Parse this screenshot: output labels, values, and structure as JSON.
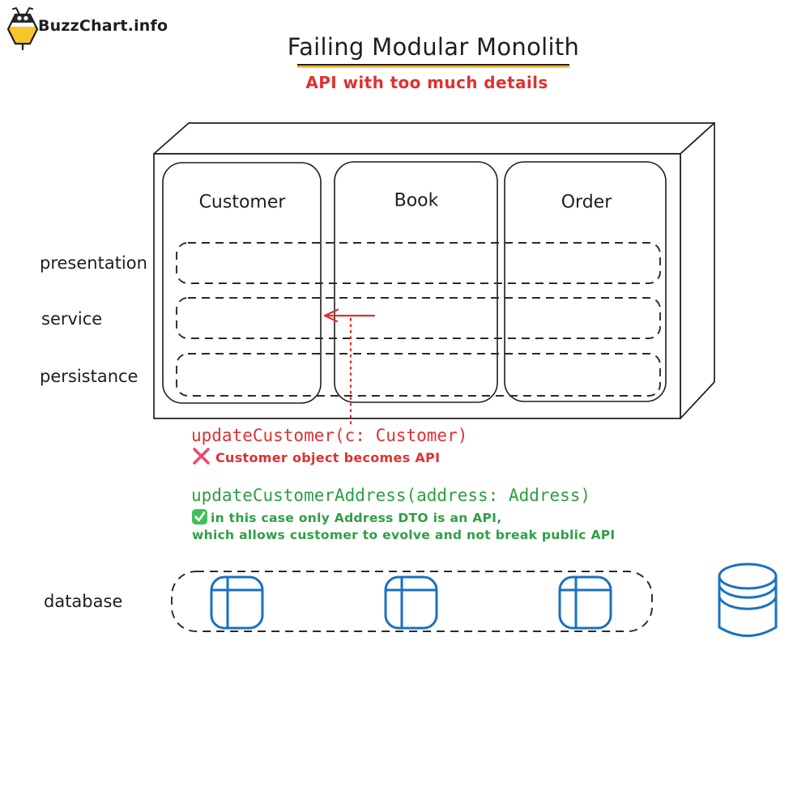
{
  "brand": {
    "name": "BuzzChart.info"
  },
  "header": {
    "title": "Failing Modular Monolith",
    "subtitle": "API with too much details"
  },
  "monolith": {
    "modules": [
      {
        "label": "Customer"
      },
      {
        "label": "Book"
      },
      {
        "label": "Order"
      }
    ],
    "layers": [
      {
        "label": "presentation"
      },
      {
        "label": "service"
      },
      {
        "label": "persistance"
      }
    ]
  },
  "annotations": {
    "bad": {
      "code": "updateCustomer(c: Customer)",
      "note": "Customer object becomes API",
      "icon": "x-mark-icon"
    },
    "good": {
      "code": "updateCustomerAddress(address: Address)",
      "note_line1": "in this case only Address DTO is an API,",
      "note_line2": "which allows customer to evolve and not break public API",
      "icon": "check-icon"
    }
  },
  "database": {
    "label": "database",
    "table_icon_count": 3
  },
  "colors": {
    "ink": "#1e1e1e",
    "red": "#e03131",
    "pink_x": "#ed4a6e",
    "green": "#2f9e44",
    "check_green": "#40c057",
    "blue": "#1971c2",
    "underline_orange": "#f59f00",
    "bee_yellow": "#f7c52b"
  }
}
